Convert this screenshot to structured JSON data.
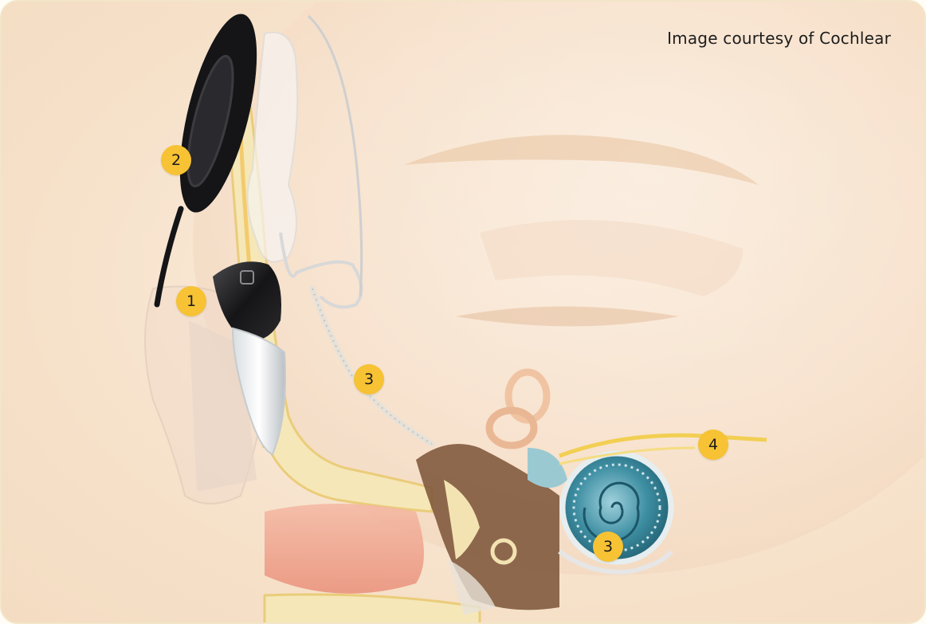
{
  "credit": "Image courtesy of Cochlear",
  "markers": {
    "m1": "1",
    "m2": "2",
    "m3a": "3",
    "m3b": "3",
    "m4": "4"
  },
  "colors": {
    "marker": "#f7c233",
    "border": "#f3e6c8",
    "skin": "#f8e6d2",
    "bone": "#f5e7b8",
    "cochlea": "#3f8fa3",
    "processor": "#1c1c1e",
    "nerve": "#f2cf53"
  },
  "icons": [
    "sound-processor-icon",
    "coil-icon",
    "electrode-array-icon",
    "cochlea-icon",
    "auditory-nerve-icon"
  ]
}
